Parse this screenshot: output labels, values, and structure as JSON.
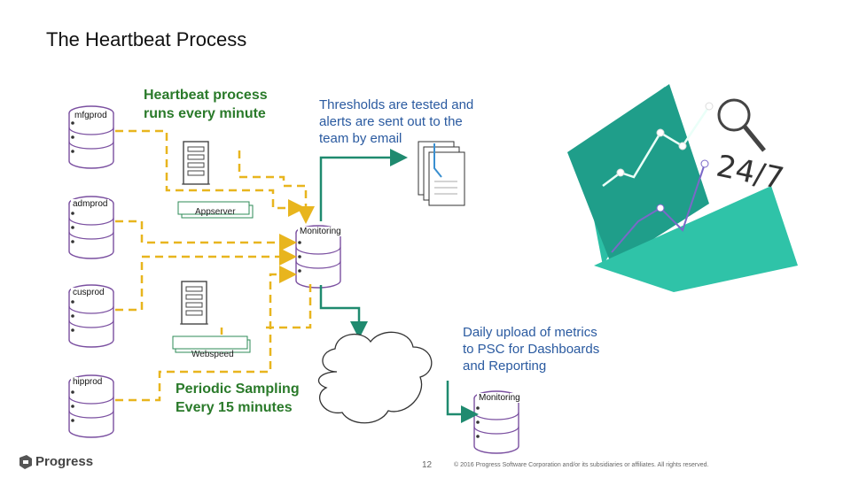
{
  "title": "The Heartbeat Process",
  "labels": {
    "heartbeat": [
      "Heartbeat process",
      "runs every minute"
    ],
    "thresholds": [
      "Thresholds are tested and",
      "alerts are sent out to the",
      "team by email"
    ],
    "daily": [
      "Daily upload of metrics",
      "to PSC for Dashboards",
      "and Reporting"
    ],
    "periodic": [
      "Periodic Sampling",
      "Every 15 minutes"
    ]
  },
  "databases": [
    "mfgprod",
    "admprod",
    "cusprod",
    "hipprod"
  ],
  "servers": {
    "appserver": "Appserver",
    "webspeed": "Webspeed"
  },
  "monitoring": {
    "top": "Monitoring",
    "bottom": "Monitoring"
  },
  "badge": "24/7",
  "footer": {
    "logo": "Progress",
    "page": "12",
    "copyright": "© 2016 Progress Software Corporation and/or its subsidiaries or affiliates. All rights reserved."
  },
  "colors": {
    "dashed": "#e8b51e",
    "arrow": "#1f8a6f",
    "db": "#7a4fa0",
    "green_text": "#2a7a2a",
    "blue_text": "#2a5aa0"
  }
}
